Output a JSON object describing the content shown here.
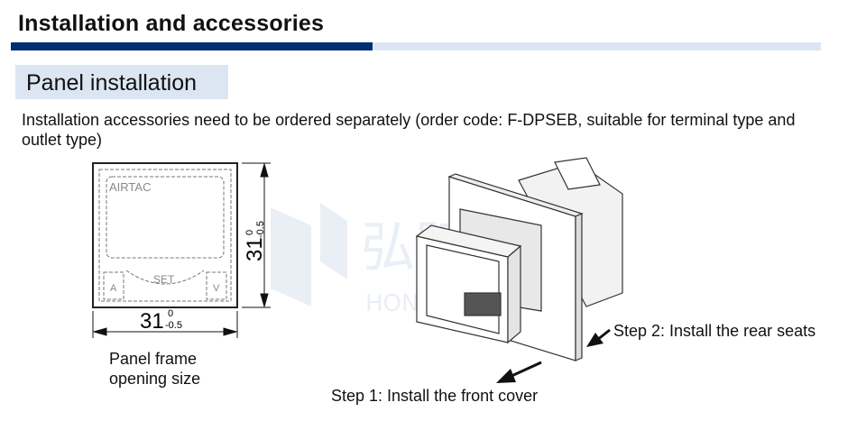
{
  "header": {
    "title": "Installation and accessories"
  },
  "section": {
    "title": "Panel installation",
    "description": "Installation accessories need to be ordered separately (order code: F-DPSEB, suitable for terminal type and outlet type)"
  },
  "drawing": {
    "brand": "AIRTAC",
    "set_label": "SET",
    "up_key": "A",
    "down_key": "V",
    "dim_main": "31",
    "dim_upper_tol": "0",
    "dim_lower_tol": "-0.5",
    "frame_caption": "Panel frame opening size",
    "step1": "Step 1: Install the front cover",
    "step2": "Step 2: Install the rear seats",
    "watermark": "弘阳 HONGYANG"
  },
  "colors": {
    "navy": "#002e72",
    "light_blue": "#dce6f3"
  }
}
